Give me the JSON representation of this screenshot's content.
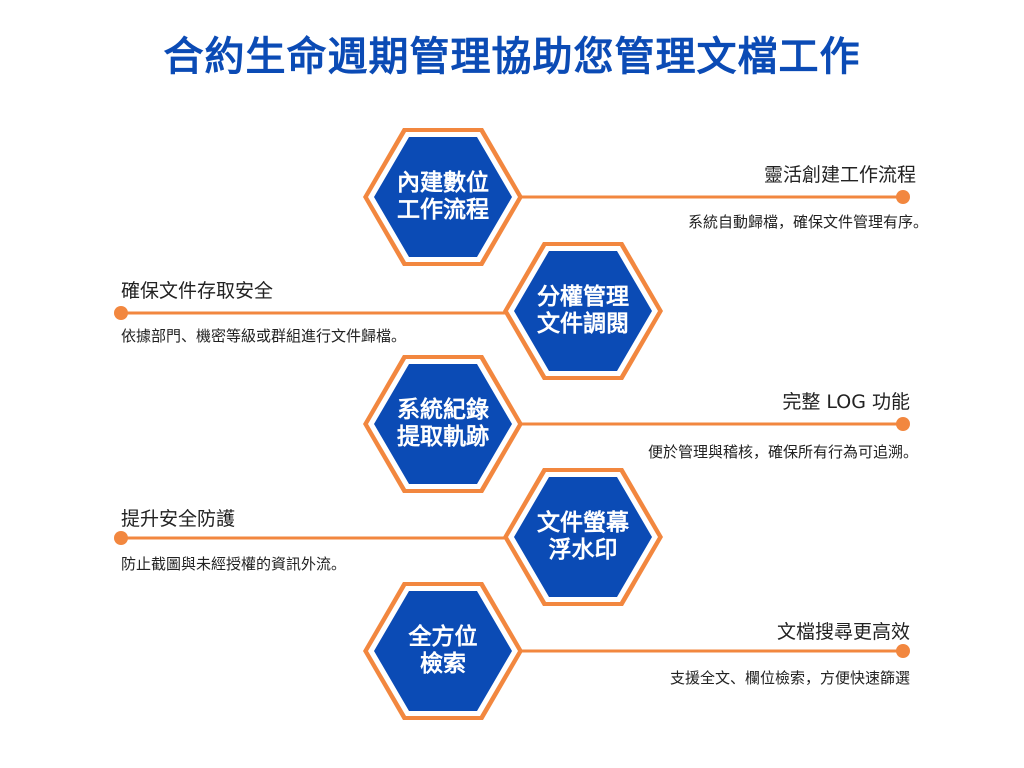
{
  "title": "合約生命週期管理協助您管理文檔工作",
  "colors": {
    "title": "#0b4bb5",
    "hex_fill": "#0b4bb5",
    "hex_border": "#f2873f",
    "connector": "#f2873f"
  },
  "features": [
    {
      "hex_lines": [
        "內建數位",
        "工作流程"
      ],
      "heading": "靈活創建工作流程",
      "description": "系統自動歸檔，確保文件管理有序。"
    },
    {
      "hex_lines": [
        "分權管理",
        "文件調閱"
      ],
      "heading": "確保文件存取安全",
      "description": "依據部門、機密等級或群組進行文件歸檔。"
    },
    {
      "hex_lines": [
        "系統紀錄",
        "提取軌跡"
      ],
      "heading": "完整 LOG 功能",
      "description": "便於管理與稽核，確保所有行為可追溯。"
    },
    {
      "hex_lines": [
        "文件螢幕",
        "浮水印"
      ],
      "heading": "提升安全防護",
      "description": "防止截圖與未經授權的資訊外流。"
    },
    {
      "hex_lines": [
        "全方位",
        "檢索"
      ],
      "heading": "文檔搜尋更高效",
      "description": "支援全文、欄位檢索，方便快速篩選"
    }
  ]
}
